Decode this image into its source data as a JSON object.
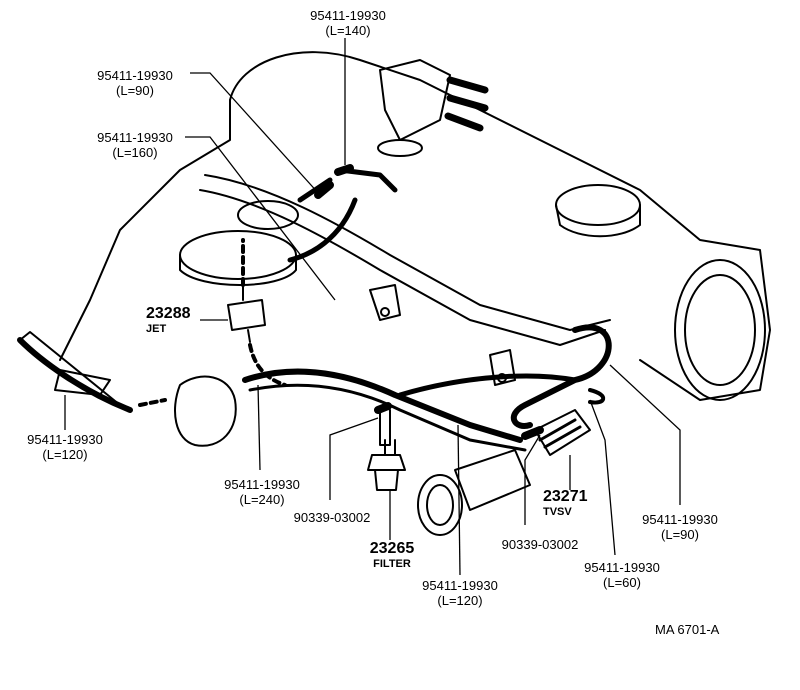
{
  "diagram": {
    "parts": {
      "p1": {
        "number": "95411-19930",
        "length": "(L=140)"
      },
      "p2": {
        "number": "95411-19930",
        "length": "(L=90)"
      },
      "p3": {
        "number": "95411-19930",
        "length": "(L=160)"
      },
      "p4": {
        "number": "95411-19930",
        "length": "(L=120)"
      },
      "p5": {
        "number": "95411-19930",
        "length": "(L=240)"
      },
      "p6": {
        "number": "90339-03002"
      },
      "p7": {
        "number": "95411-19930",
        "length": "(L=120)"
      },
      "p8": {
        "number": "90339-03002"
      },
      "p9": {
        "number": "95411-19930",
        "length": "(L=60)"
      },
      "p10": {
        "number": "95411-19930",
        "length": "(L=90)"
      },
      "jet": {
        "number": "23288",
        "name": "JET"
      },
      "filter": {
        "number": "23265",
        "name": "FILTER"
      },
      "tvsv": {
        "number": "23271",
        "name": "TVSV"
      }
    },
    "drawing_id": "MA  6701-A"
  }
}
